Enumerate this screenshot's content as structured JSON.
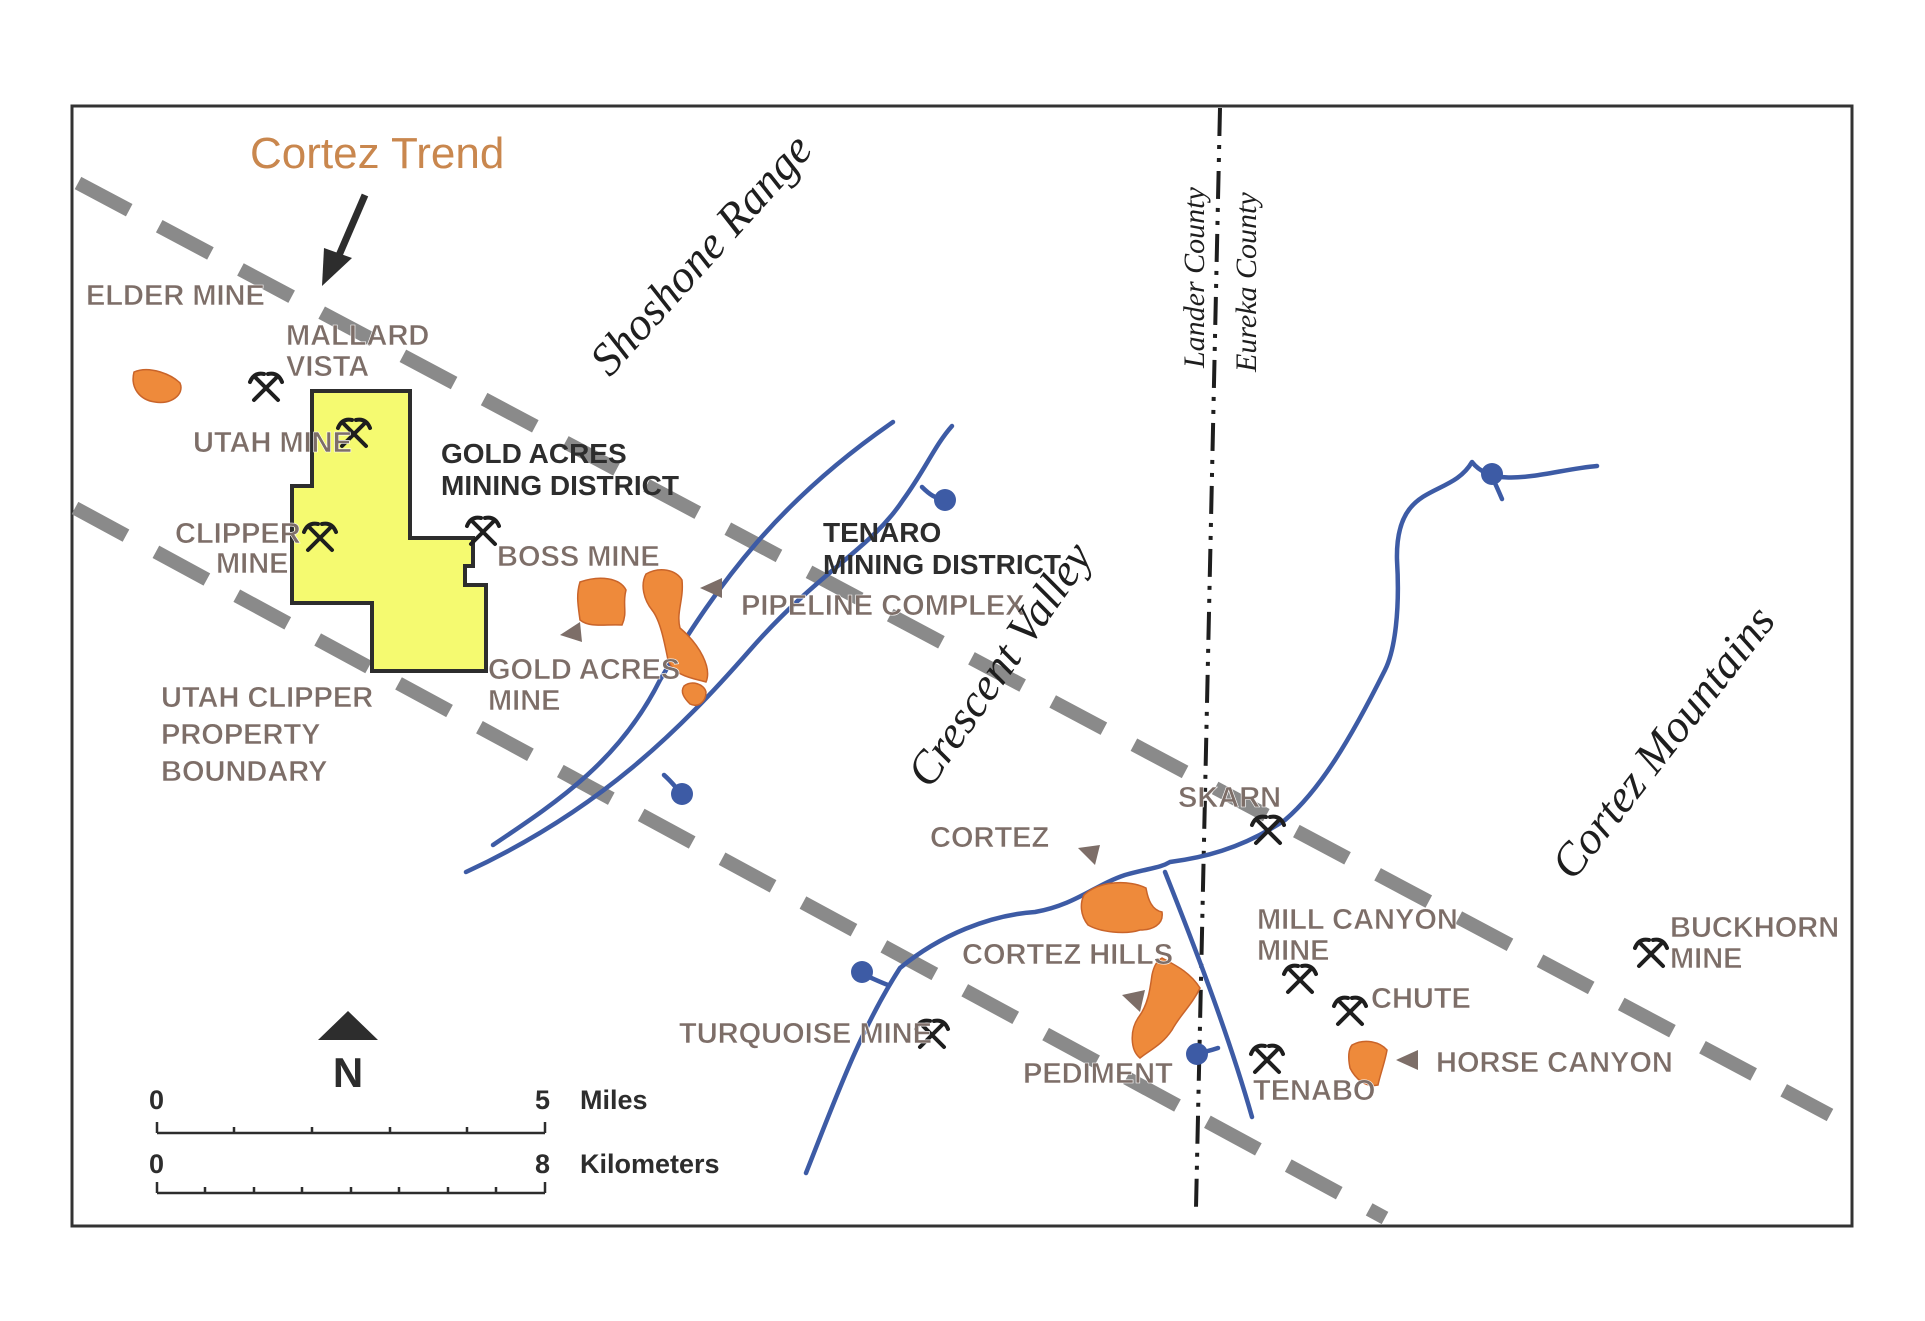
{
  "title": "Cortez Trend",
  "labels": {
    "elder_mine": "ELDER MINE",
    "mallard_vista": [
      "MALLARD",
      "VISTA"
    ],
    "utah_mine": "UTAH MINE",
    "clipper_mine": [
      "CLIPPER",
      "MINE"
    ],
    "gold_acres_district": [
      "GOLD ACRES",
      "MINING DISTRICT"
    ],
    "boss_mine": "BOSS MINE",
    "tenaro_district": [
      "TENARO",
      "MINING DISTRICT"
    ],
    "pipeline_complex": "PIPELINE COMPLEX",
    "gold_acres_mine": [
      "GOLD ACRES",
      "MINE"
    ],
    "utah_clipper_boundary": [
      "UTAH CLIPPER",
      "PROPERTY",
      "BOUNDARY"
    ],
    "shoshone_range": "Shoshone Range",
    "crescent_valley": "Crescent Valley",
    "lander_county": "Lander County",
    "eureka_county": "Eureka County",
    "cortez_mountains": "Cortez Mountains",
    "skarn": "SKARN",
    "cortez": "CORTEZ",
    "cortez_hills": "CORTEZ HILLS",
    "mill_canyon_mine": [
      "MILL CANYON",
      "MINE"
    ],
    "buckhorn_mine": [
      "BUCKHORN",
      "MINE"
    ],
    "chute": "CHUTE",
    "horse_canyon": "HORSE CANYON",
    "turquoise_mine": "TURQUOISE MINE",
    "pediment": "PEDIMENT",
    "tenabo": "TENABO"
  },
  "north_arrow": "N",
  "scale_bar": {
    "miles": {
      "start": "0",
      "end": "5",
      "unit": "Miles"
    },
    "kilometers": {
      "start": "0",
      "end": "8",
      "unit": "Kilometers"
    }
  },
  "colors": {
    "property": "#f5fa70",
    "deposit": "#ee8a3b",
    "fault": "#3d5ba5",
    "trend_line": "#8a8a8a",
    "label": "#7d6e68",
    "title": "#c9874e"
  },
  "icons": {
    "mine": "crossed-pickaxes-icon",
    "north": "north-arrow-icon",
    "pointer": "triangle-pointer-icon"
  }
}
